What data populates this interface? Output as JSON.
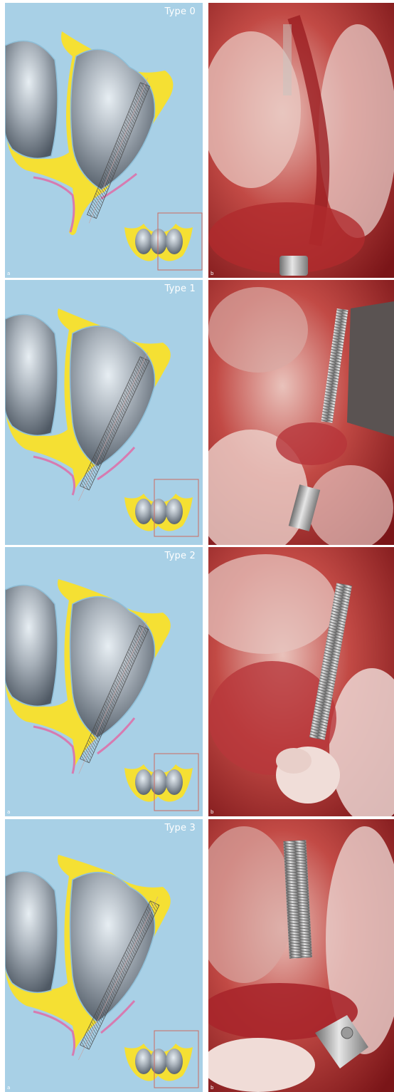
{
  "panels": [
    {
      "type_label": "Type 0",
      "diagram_letter": "a",
      "photo_letter": "b"
    },
    {
      "type_label": "Type 1",
      "diagram_letter": "",
      "photo_letter": ""
    },
    {
      "type_label": "Type 2",
      "diagram_letter": "a",
      "photo_letter": "b"
    },
    {
      "type_label": "Type 3",
      "diagram_letter": "a",
      "photo_letter": "b"
    }
  ],
  "colors": {
    "background_blue": "#a8d0e6",
    "bone_yellow": "#f5e033",
    "sinus_gray": "#8a929c",
    "membrane_pink": "#d77bb0",
    "tissue_red": "#b3272b"
  }
}
